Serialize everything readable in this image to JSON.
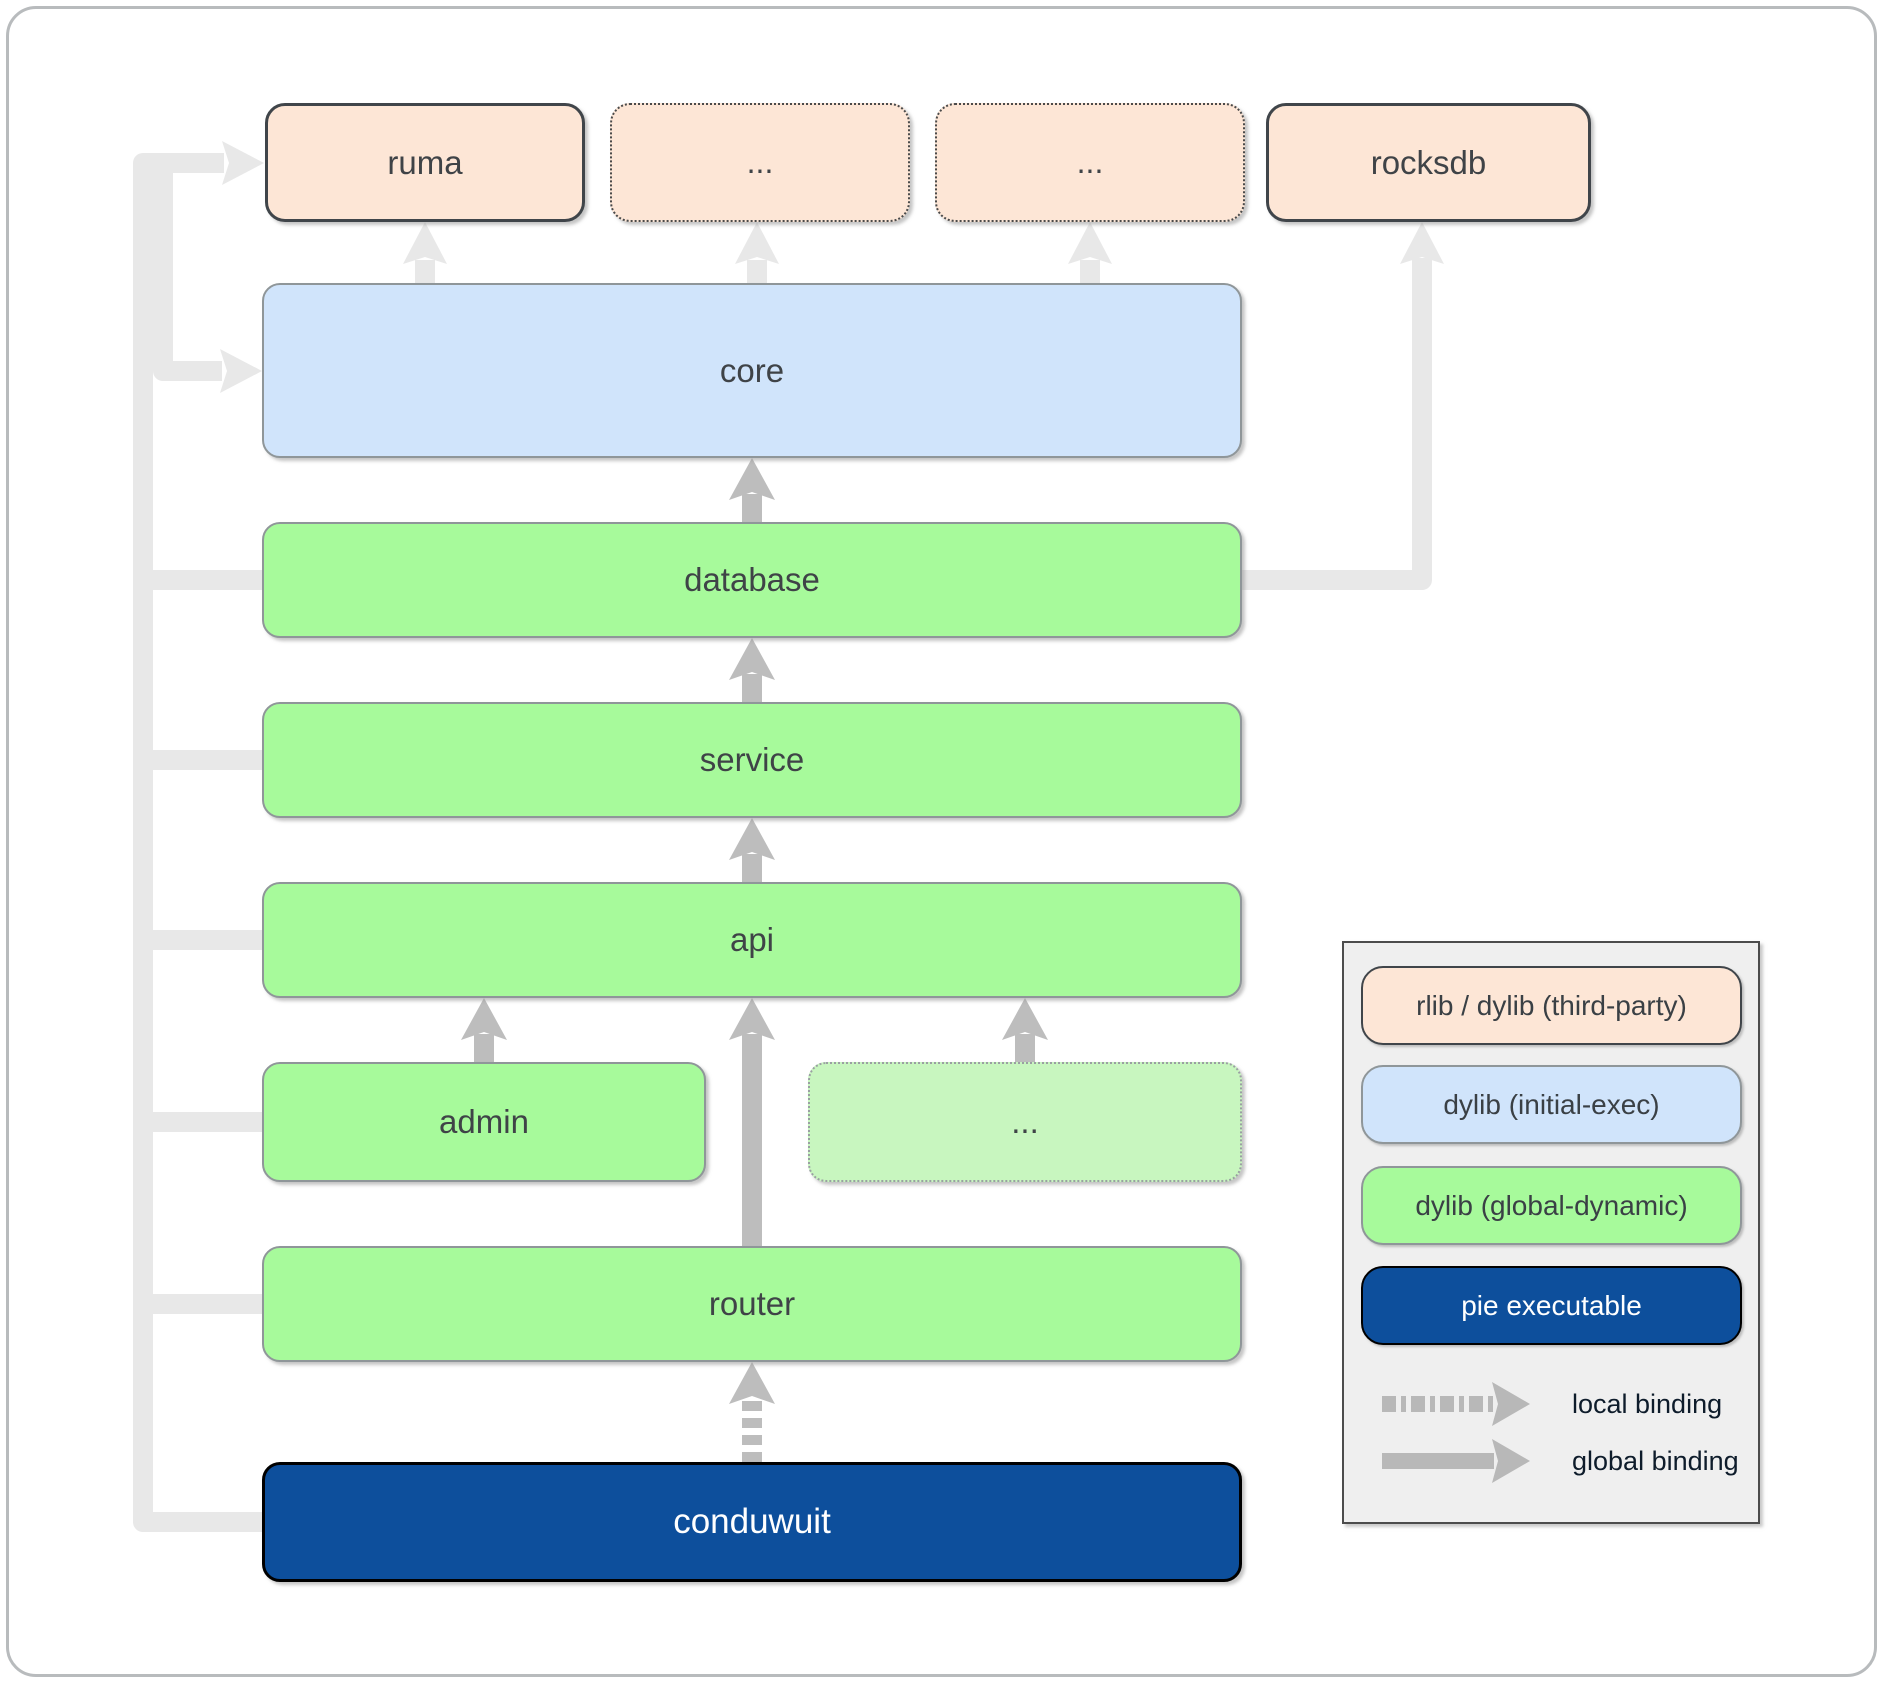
{
  "nodes": {
    "ruma": "ruma",
    "third_party_more_1": "...",
    "third_party_more_2": "...",
    "rocksdb": "rocksdb",
    "core": "core",
    "database": "database",
    "service": "service",
    "api": "api",
    "admin": "admin",
    "api_more": "...",
    "router": "router",
    "conduwuit": "conduwuit"
  },
  "legend": {
    "items": [
      {
        "label": "rlib / dylib (third-party)",
        "fill": "#fde6d6"
      },
      {
        "label": "dylib (initial-exec)",
        "fill": "#d0e4fb"
      },
      {
        "label": "dylib (global-dynamic)",
        "fill": "#a7fa9b"
      },
      {
        "label": "pie executable",
        "fill": "#0d4f9c"
      }
    ],
    "local_binding_label": "local binding",
    "global_binding_label": "global binding"
  },
  "edges": [
    {
      "from": "conduwuit",
      "to": "router",
      "type": "local"
    },
    {
      "from": "conduwuit",
      "to": "ruma",
      "type": "global"
    },
    {
      "from": "conduwuit",
      "to": "core",
      "type": "global"
    },
    {
      "from": "conduwuit",
      "to": "database",
      "type": "global"
    },
    {
      "from": "conduwuit",
      "to": "service",
      "type": "global"
    },
    {
      "from": "conduwuit",
      "to": "api",
      "type": "global"
    },
    {
      "from": "conduwuit",
      "to": "admin",
      "type": "global"
    },
    {
      "from": "conduwuit",
      "to": "router",
      "type": "global"
    },
    {
      "from": "router",
      "to": "api",
      "type": "global"
    },
    {
      "from": "admin",
      "to": "api",
      "type": "global"
    },
    {
      "from": "api_more",
      "to": "api",
      "type": "global"
    },
    {
      "from": "api",
      "to": "service",
      "type": "global"
    },
    {
      "from": "service",
      "to": "database",
      "type": "global"
    },
    {
      "from": "database",
      "to": "core",
      "type": "global"
    },
    {
      "from": "database",
      "to": "rocksdb",
      "type": "global"
    },
    {
      "from": "core",
      "to": "ruma",
      "type": "global"
    },
    {
      "from": "core",
      "to": "third_party_more_1",
      "type": "global"
    },
    {
      "from": "core",
      "to": "third_party_more_2",
      "type": "global"
    }
  ],
  "colors": {
    "third_party_fill": "#fde6d6",
    "initial_exec_fill": "#d0e4fb",
    "global_dynamic_fill": "#a7fa9b",
    "pie_executable_fill": "#0d4f9c",
    "light_wire": "#e8e8e8",
    "dark_wire": "#bdbdbd",
    "label_text": "#3f4347",
    "legend_bg": "#efefef"
  }
}
